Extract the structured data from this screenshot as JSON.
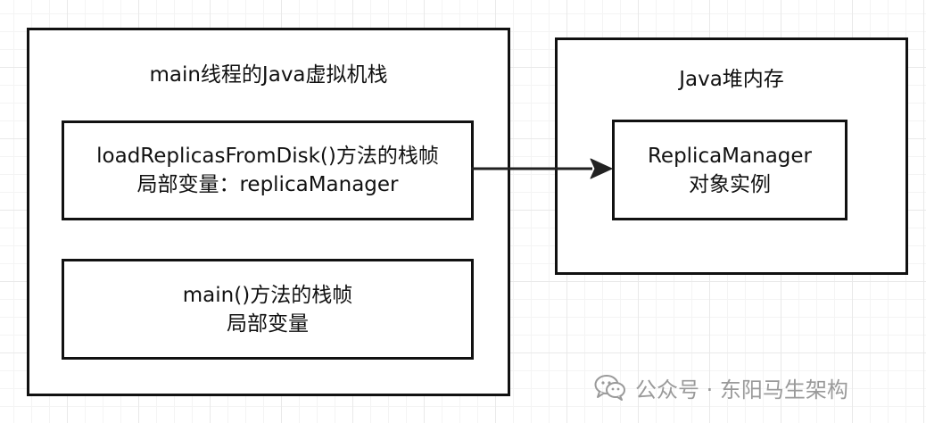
{
  "jvm_stack": {
    "title": "main线程的Java虚拟机栈",
    "frame_load": {
      "line1": "loadReplicasFromDisk()方法的栈帧",
      "line2": "局部变量：replicaManager"
    },
    "frame_main": {
      "line1": "main()方法的栈帧",
      "line2": "局部变量"
    }
  },
  "heap": {
    "title": "Java堆内存",
    "object": {
      "line1": "ReplicaManager",
      "line2": "对象实例"
    }
  },
  "watermark": {
    "icon": "wechat-icon",
    "text": "公众号 · 东阳马生架构"
  }
}
